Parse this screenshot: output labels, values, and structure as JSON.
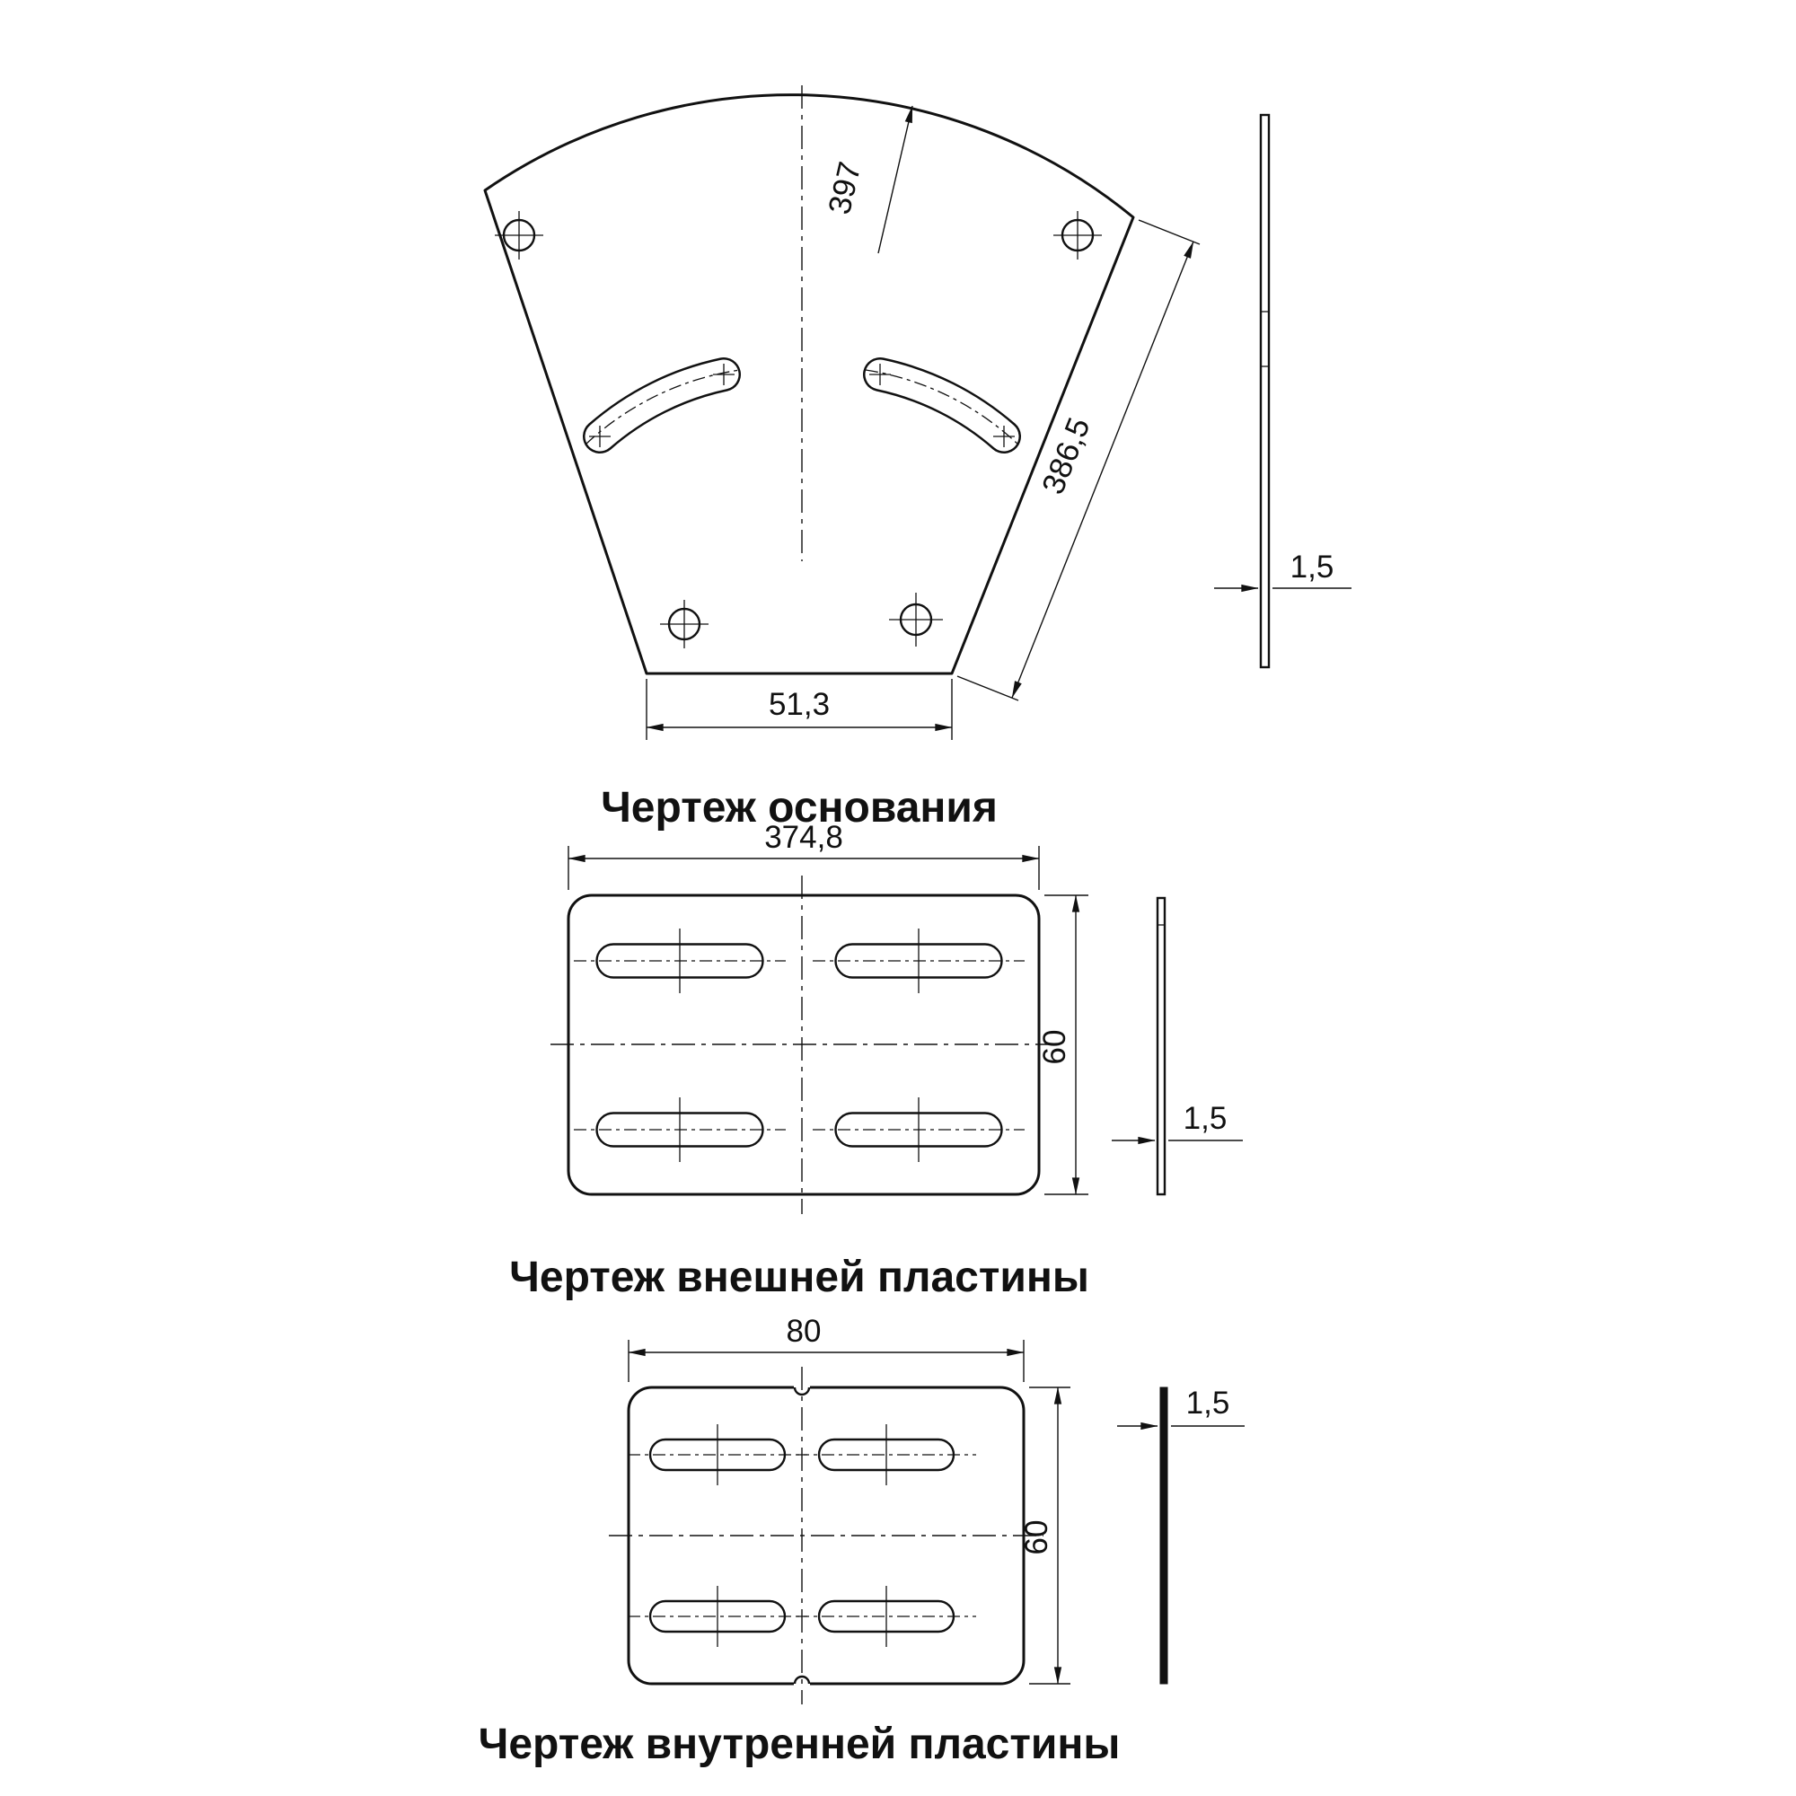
{
  "page": {
    "background": "#ffffff",
    "line_color": "#111111"
  },
  "drawings": {
    "base": {
      "label": "Чертеж основания",
      "dims": {
        "radius": "397",
        "edge": "386,5",
        "bottom_width": "51,3",
        "thickness": "1,5"
      }
    },
    "outer_plate": {
      "label": "Чертеж внешней пластины",
      "dims": {
        "width": "374,8",
        "height": "60",
        "thickness": "1,5"
      }
    },
    "inner_plate": {
      "label": "Чертеж внутренней пластины",
      "dims": {
        "width": "80",
        "height": "60",
        "thickness": "1,5"
      }
    }
  }
}
